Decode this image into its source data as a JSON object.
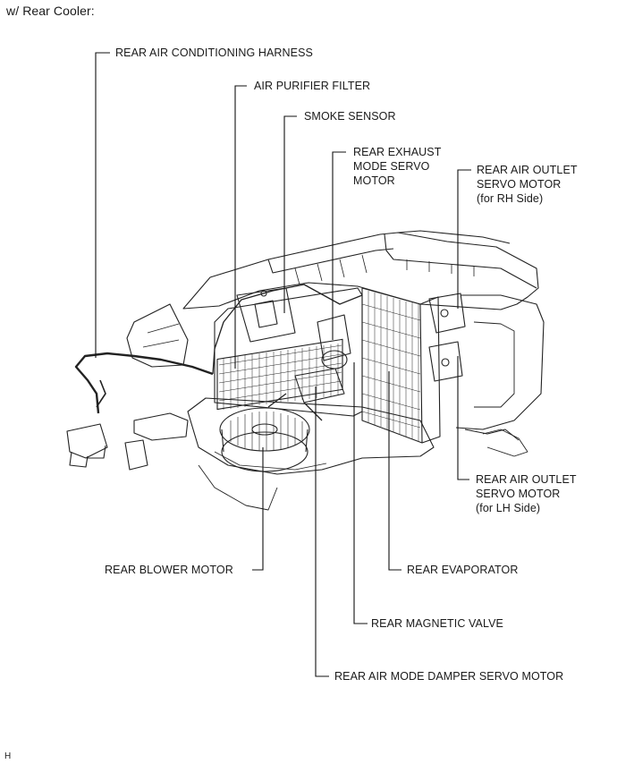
{
  "header": {
    "title": "w/ Rear Cooler:"
  },
  "callouts": {
    "harness": "REAR AIR CONDITIONING HARNESS",
    "filter": "AIR PURIFIER FILTER",
    "smoke": "SMOKE SENSOR",
    "exhaust": [
      "REAR EXHAUST",
      "MODE SERVO",
      "MOTOR"
    ],
    "outlet_rh": [
      "REAR AIR OUTLET",
      "SERVO MOTOR",
      "(for RH Side)"
    ],
    "outlet_lh": [
      "REAR AIR OUTLET",
      "SERVO MOTOR",
      "(for LH Side)"
    ],
    "blower": "REAR BLOWER MOTOR",
    "evaporator": "REAR EVAPORATOR",
    "magnetic_valve": "REAR MAGNETIC VALVE",
    "air_mode_damper": "REAR AIR MODE DAMPER SERVO MOTOR"
  },
  "footer": {
    "code": "H"
  }
}
